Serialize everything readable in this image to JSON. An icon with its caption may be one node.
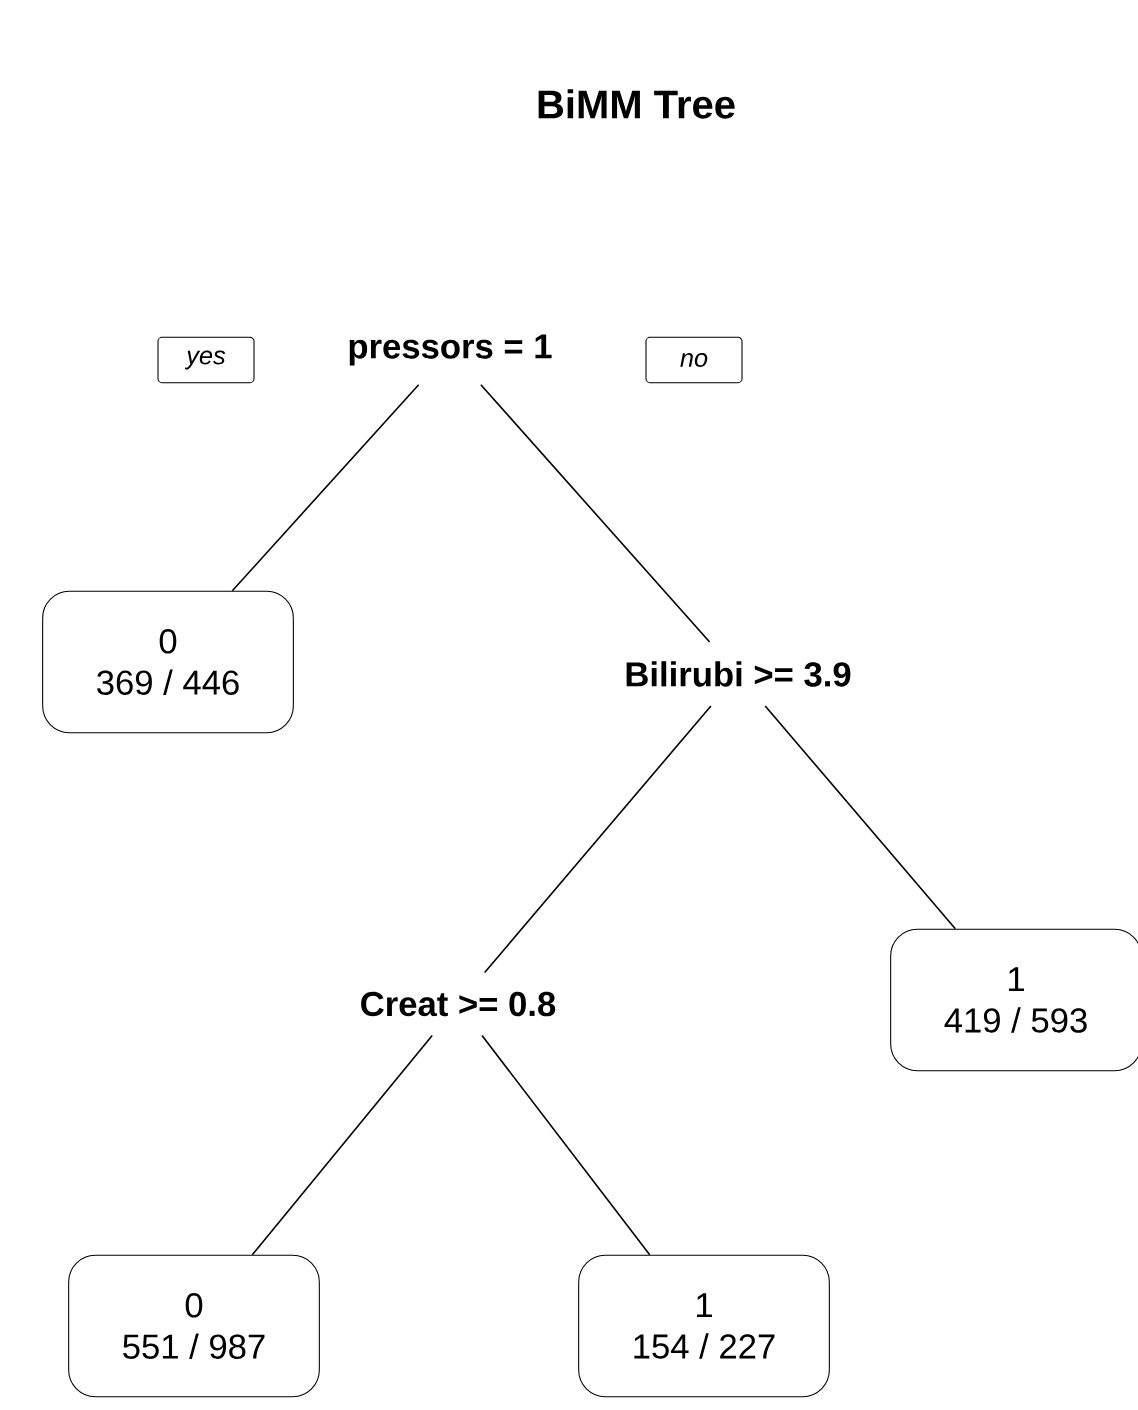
{
  "diagram": {
    "title": "BiMM Tree",
    "nodes": [
      {
        "text": [
          "pressors = 1"
        ]
      },
      {
        "text": [
          "yes"
        ]
      },
      {
        "text": [
          "no"
        ]
      },
      {
        "text": [
          "0",
          "369 / 446"
        ]
      },
      {
        "text": [
          "Bilirubi >= 3.9"
        ]
      },
      {
        "text": [
          "Creat >= 0.8"
        ]
      },
      {
        "text": [
          "1",
          "419 / 593"
        ]
      },
      {
        "text": [
          "0",
          "551 / 987"
        ]
      },
      {
        "text": [
          "1",
          "154 / 227"
        ]
      }
    ],
    "edges": [
      {
        "from": 0,
        "to": 3,
        "arrow": "none"
      },
      {
        "from": 0,
        "to": 4,
        "arrow": "none"
      },
      {
        "from": 4,
        "to": 5,
        "arrow": "none"
      },
      {
        "from": 4,
        "to": 6,
        "arrow": "none"
      },
      {
        "from": 5,
        "to": 7,
        "arrow": "none"
      },
      {
        "from": 5,
        "to": 8,
        "arrow": "none"
      }
    ]
  }
}
